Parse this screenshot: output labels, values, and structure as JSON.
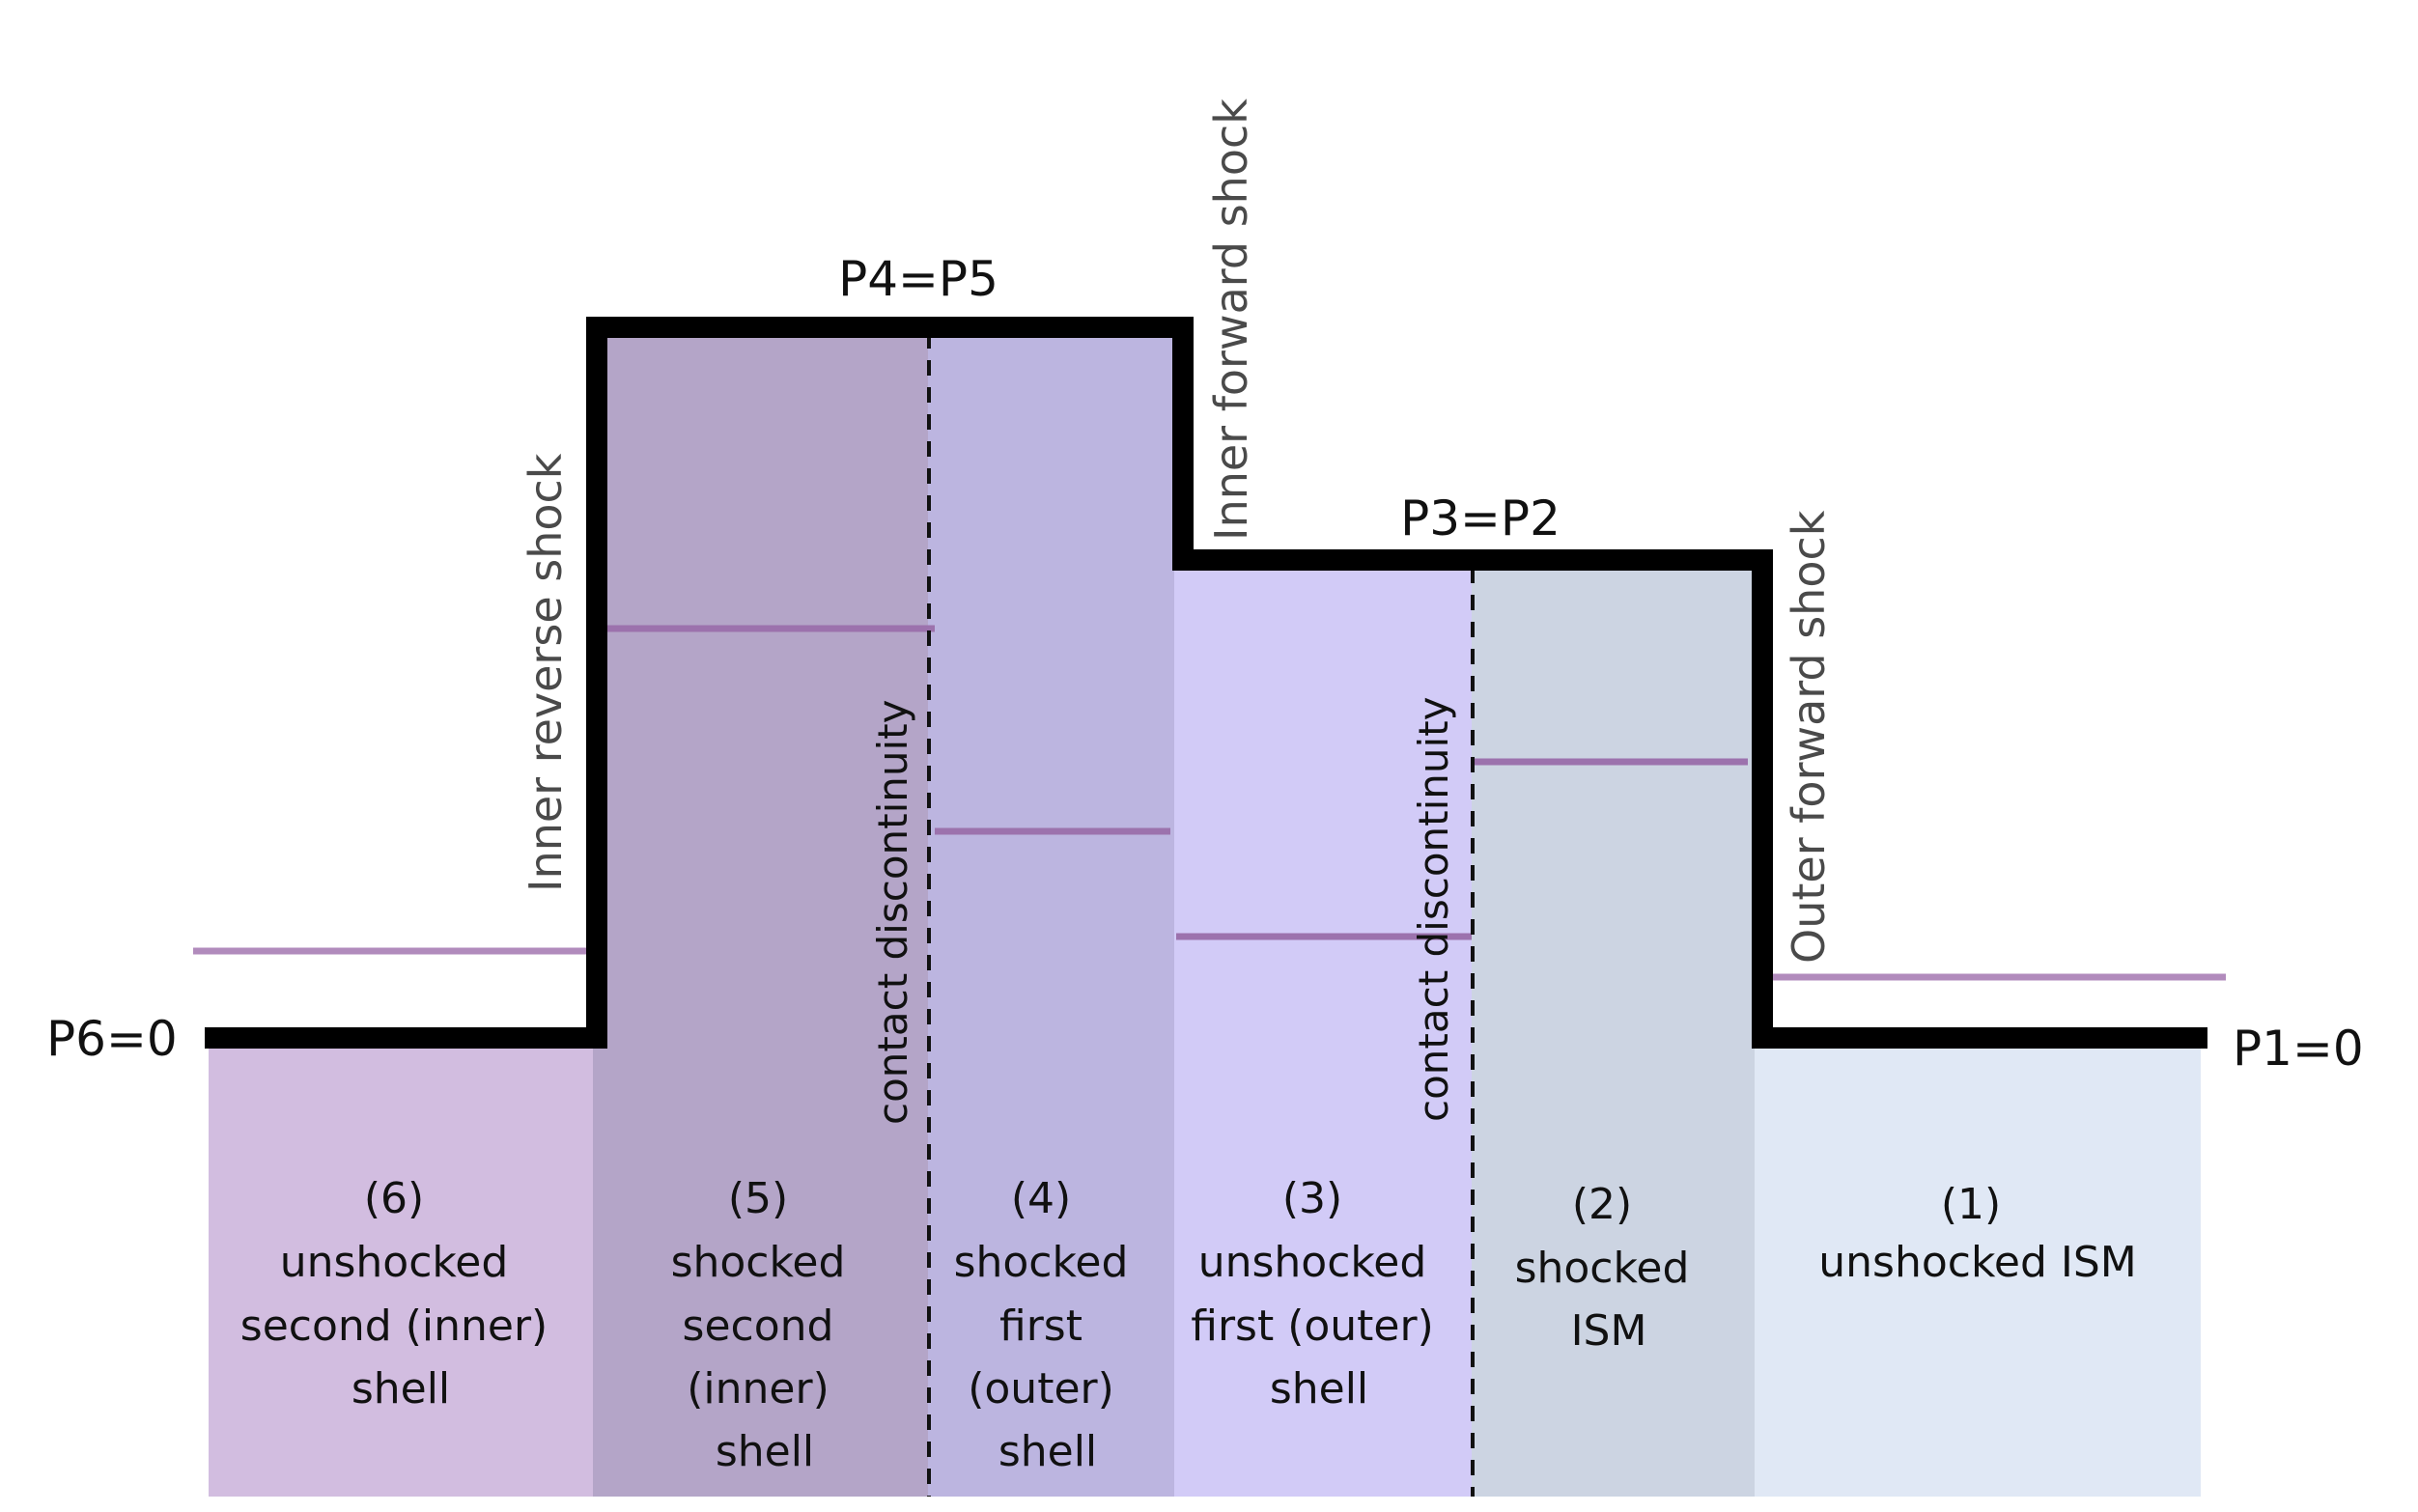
{
  "colors": {
    "region_6": "#d2bde0",
    "region_5": "#b4a5c8",
    "region_4": "#bcb5e0",
    "region_3": "#d2cbf7",
    "region_2": "#ccd4e2",
    "region_1": "#e0e8f5",
    "pressure_line": "#000000",
    "density_line": "#9c72ad",
    "density_line_light": "#b18bbc"
  },
  "pressure_labels": {
    "p6": "P6=0",
    "p4_p5": "P4=P5",
    "p3_p2": "P3=P2",
    "p1": "P1=0"
  },
  "shock_labels": {
    "inner_reverse": "Inner reverse shock",
    "inner_forward": "Inner forward shock",
    "outer_forward": "Outer forward shock"
  },
  "contact_labels": {
    "cd_left": "contact discontinuity",
    "cd_right": "contact discontinuity"
  },
  "regions": [
    {
      "id": "6",
      "lines": [
        "(6)",
        "unshocked",
        "second (inner)",
        "shell"
      ]
    },
    {
      "id": "5",
      "lines": [
        "(5)",
        "shocked",
        "second",
        "(inner)",
        "shell"
      ]
    },
    {
      "id": "4",
      "lines": [
        "(4)",
        "shocked",
        "first",
        "(outer)",
        "shell"
      ]
    },
    {
      "id": "3",
      "lines": [
        "(3)",
        "unshocked",
        "first (outer)",
        "shell"
      ]
    },
    {
      "id": "2",
      "lines": [
        "(2)",
        "shocked",
        "ISM"
      ]
    },
    {
      "id": "1",
      "lines": [
        "(1)",
        "unshocked ISM"
      ]
    }
  ]
}
